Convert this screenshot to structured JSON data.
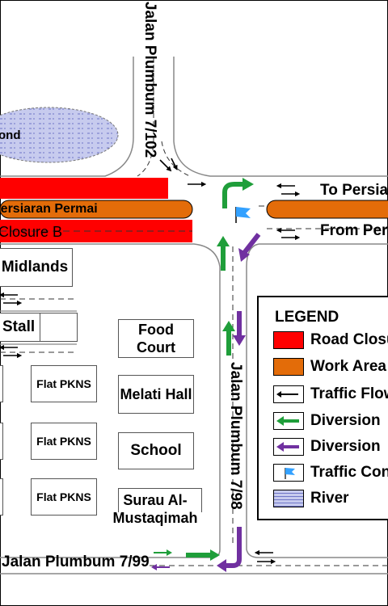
{
  "roads": {
    "north": "Jalan Plumbum 7/102",
    "east": "Jalan Plumbum 7/98",
    "bottom": "Jalan Plumbum 7/99",
    "persiaran": "Persiaran Permai"
  },
  "labels": {
    "pond": "Pond",
    "closure_b": "Closure B",
    "to_persiaran": "To Persiaran",
    "from_persiaran": "From Persiaran"
  },
  "buildings": {
    "midlands": "Midlands",
    "stall": "Stall",
    "food_court": "Food Court",
    "melati_hall": "Melati Hall",
    "school": "School",
    "surau": "Surau Al-Mustaqimah",
    "flat_1": "Flat PKNS",
    "flat_2": "Flat PKNS",
    "flat_3": "Flat PKNS"
  },
  "legend": {
    "title": "LEGEND",
    "items": [
      {
        "label": "Road Closure",
        "swatch": "road-closure",
        "color": "#ff0000"
      },
      {
        "label": "Work Area",
        "swatch": "work-area",
        "color": "#e36c09"
      },
      {
        "label": "Traffic Flow",
        "swatch": "traffic-flow-arrow",
        "color": "#000000"
      },
      {
        "label": "Diversion",
        "swatch": "green-diversion-arrow",
        "color": "#1f9e3a"
      },
      {
        "label": "Diversion",
        "swatch": "purple-diversion-arrow",
        "color": "#7030a0"
      },
      {
        "label": "Traffic Cone",
        "swatch": "traffic-cone-flag",
        "color": "#33a1ff"
      },
      {
        "label": "River",
        "swatch": "river",
        "color": "#9aa0e0"
      }
    ]
  },
  "colors": {
    "closure": "#ff0000",
    "work_area": "#e36c09",
    "diversion_green": "#1f9e3a",
    "diversion_purple": "#7030a0",
    "flag": "#33a1ff",
    "river": "#b7bde8"
  }
}
